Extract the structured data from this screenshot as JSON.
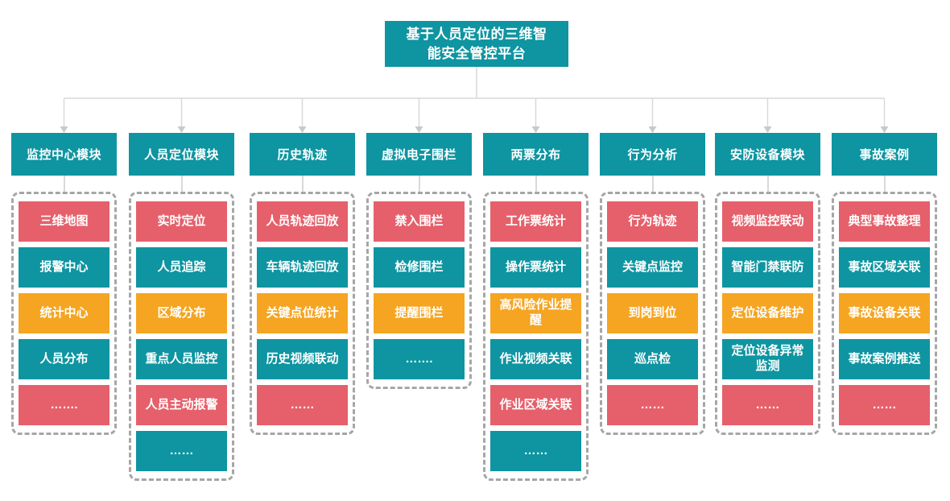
{
  "root": {
    "title": "基于人员定位的三维智\n能安全管控平台"
  },
  "colors": {
    "teal": "#0e95a1",
    "red": "#e5606b",
    "orange": "#f5a522",
    "connector": "#d9d9d9",
    "group_border": "#a6a6a6"
  },
  "columns": [
    {
      "header": "监控中心模块",
      "items": [
        {
          "label": "三维地图",
          "color": "red"
        },
        {
          "label": "报警中心",
          "color": "teal"
        },
        {
          "label": "统计中心",
          "color": "orange"
        },
        {
          "label": "人员分布",
          "color": "teal"
        },
        {
          "label": "…….",
          "color": "red"
        }
      ]
    },
    {
      "header": "人员定位模块",
      "items": [
        {
          "label": "实时定位",
          "color": "red"
        },
        {
          "label": "人员追踪",
          "color": "teal"
        },
        {
          "label": "区域分布",
          "color": "orange"
        },
        {
          "label": "重点人员监控",
          "color": "teal"
        },
        {
          "label": "人员主动报警",
          "color": "red"
        },
        {
          "label": "……",
          "color": "teal"
        }
      ]
    },
    {
      "header": "历史轨迹",
      "items": [
        {
          "label": "人员轨迹回放",
          "color": "red"
        },
        {
          "label": "车辆轨迹回放",
          "color": "teal"
        },
        {
          "label": "关键点位统计",
          "color": "orange"
        },
        {
          "label": "历史视频联动",
          "color": "teal"
        },
        {
          "label": "……",
          "color": "red"
        }
      ]
    },
    {
      "header": "虚拟电子围栏",
      "items": [
        {
          "label": "禁入围栏",
          "color": "red"
        },
        {
          "label": "检修围栏",
          "color": "teal"
        },
        {
          "label": "提醒围栏",
          "color": "orange"
        },
        {
          "label": "…….",
          "color": "teal"
        }
      ]
    },
    {
      "header": "两票分布",
      "items": [
        {
          "label": "工作票统计",
          "color": "red"
        },
        {
          "label": "操作票统计",
          "color": "teal"
        },
        {
          "label": "高风险作业提醒",
          "color": "orange"
        },
        {
          "label": "作业视频关联",
          "color": "teal"
        },
        {
          "label": "作业区域关联",
          "color": "red"
        },
        {
          "label": "……",
          "color": "teal"
        }
      ]
    },
    {
      "header": "行为分析",
      "items": [
        {
          "label": "行为轨迹",
          "color": "red"
        },
        {
          "label": "关键点监控",
          "color": "teal"
        },
        {
          "label": "到岗到位",
          "color": "orange"
        },
        {
          "label": "巡点检",
          "color": "teal"
        },
        {
          "label": "……",
          "color": "red"
        }
      ]
    },
    {
      "header": "安防设备模块",
      "items": [
        {
          "label": "视频监控联动",
          "color": "red"
        },
        {
          "label": "智能门禁联防",
          "color": "teal"
        },
        {
          "label": "定位设备维护",
          "color": "orange"
        },
        {
          "label": "定位设备异常监测",
          "color": "teal"
        },
        {
          "label": "……",
          "color": "red"
        }
      ]
    },
    {
      "header": "事故案例",
      "items": [
        {
          "label": "典型事故整理",
          "color": "red"
        },
        {
          "label": "事故区域关联",
          "color": "teal"
        },
        {
          "label": "事故设备关联",
          "color": "orange"
        },
        {
          "label": "事故案例推送",
          "color": "teal"
        },
        {
          "label": "……",
          "color": "red"
        }
      ]
    }
  ]
}
